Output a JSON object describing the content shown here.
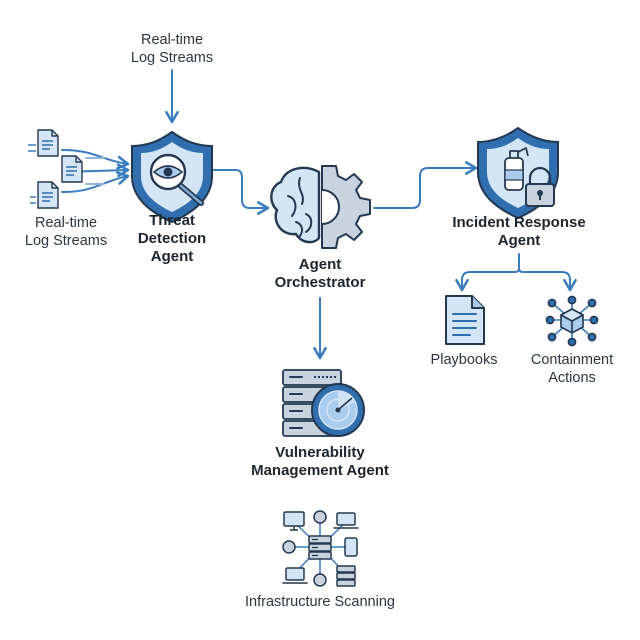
{
  "colors": {
    "primary": "#2f6fb0",
    "dark": "#24384f",
    "light_fill": "#d4e6f6",
    "mid_fill": "#a9cbec",
    "gray_fill": "#c9d3de",
    "arrow": "#3a7cc0"
  },
  "labels": {
    "top_input": [
      "Real-time",
      "Log Streams"
    ],
    "left_input": [
      "Real-time",
      "Log Streams"
    ],
    "threat": [
      "Threat",
      "Detection",
      "Agent"
    ],
    "orchestrator": [
      "Agent",
      "Orchestrator"
    ],
    "incident": [
      "Incident Response",
      "Agent"
    ],
    "playbooks": "Playbooks",
    "containment": [
      "Containment",
      "Actions"
    ],
    "vulnerability": [
      "Vulnerability",
      "Management Agent"
    ],
    "infrastructure": "Infrastructure Scanning"
  },
  "icons": {
    "log_files": "document-stack-icon",
    "threat": "shield-magnifier-icon",
    "orchestrator": "brain-gear-icon",
    "incident": "shield-extinguisher-lock-icon",
    "playbooks": "document-icon",
    "containment": "cube-network-icon",
    "vulnerability": "server-radar-icon",
    "infrastructure": "network-devices-icon"
  }
}
